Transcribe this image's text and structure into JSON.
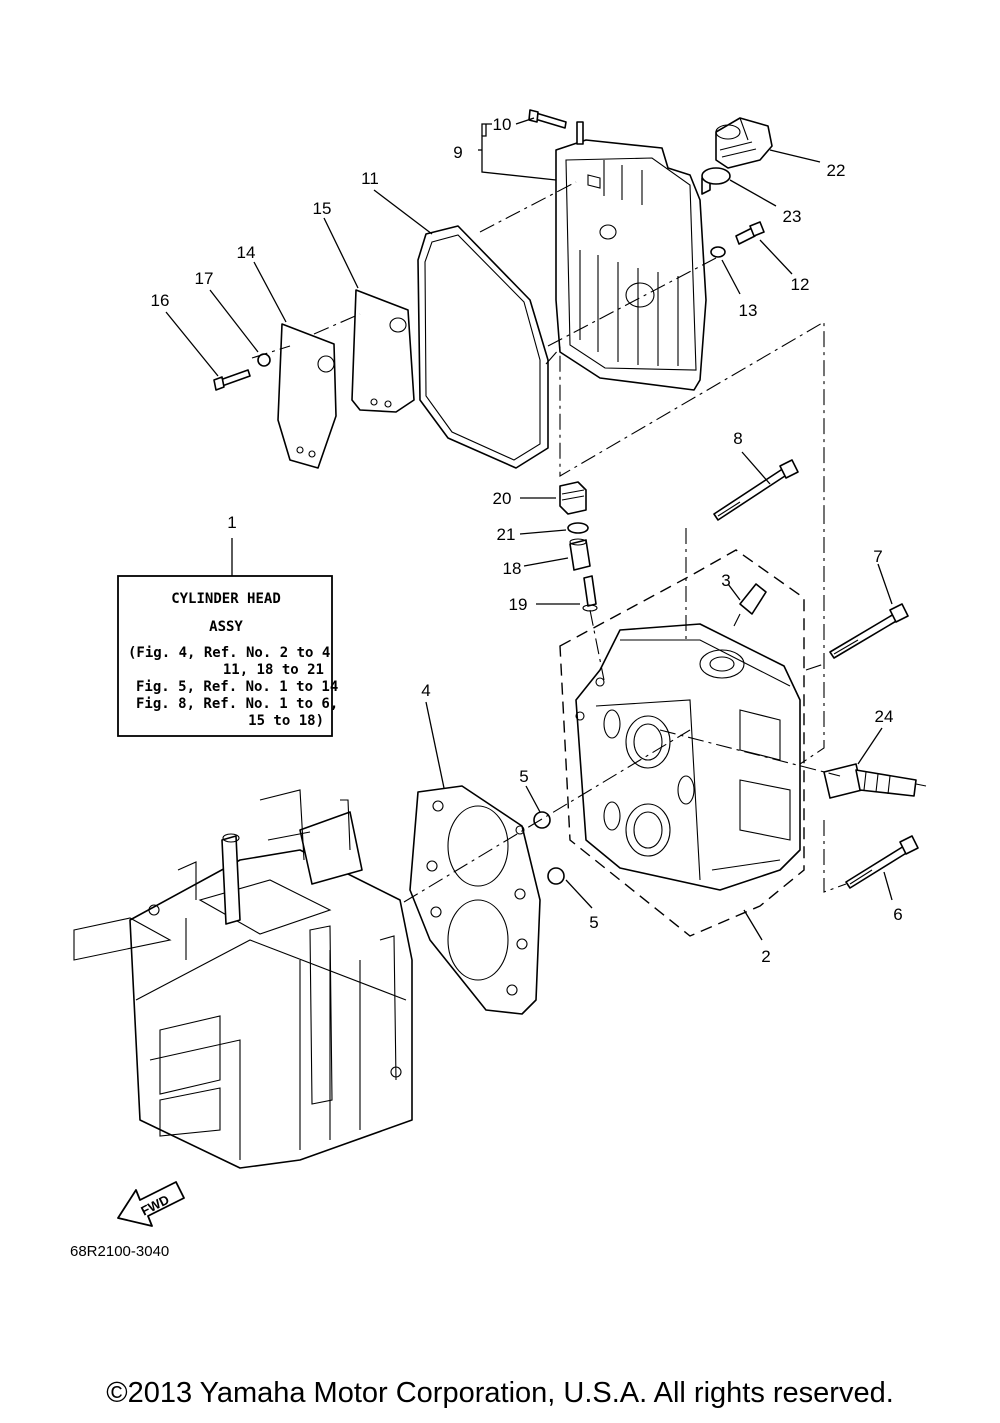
{
  "callouts": {
    "c1": "1",
    "c2": "2",
    "c3": "3",
    "c4": "4",
    "c5a": "5",
    "c5b": "5",
    "c6": "6",
    "c7": "7",
    "c8": "8",
    "c9": "9",
    "c10": "10",
    "c11": "11",
    "c12": "12",
    "c13": "13",
    "c14": "14",
    "c15": "15",
    "c16": "16",
    "c17": "17",
    "c18": "18",
    "c19": "19",
    "c20": "20",
    "c21": "21",
    "c22": "22",
    "c23": "23",
    "c24": "24"
  },
  "assy_box": {
    "line1": "CYLINDER HEAD",
    "line2": "ASSY",
    "line3": "(Fig. 4, Ref. No. 2 to 4",
    "line4": "11, 18 to 21",
    "line5": "Fig. 5, Ref. No. 1 to 14",
    "line6": "Fig. 8, Ref. No. 1 to 6,",
    "line7": "15 to 18)"
  },
  "fwd_label": "FWD",
  "diagram_code": "68R2100-3040",
  "copyright": "©2013 Yamaha Motor Corporation, U.S.A. All rights reserved."
}
